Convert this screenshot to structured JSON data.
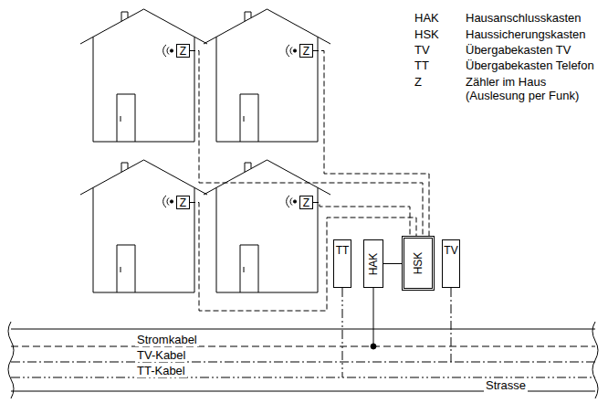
{
  "diagram": {
    "nodes": [
      {
        "text": [
          "Z"
        ]
      },
      {
        "text": [
          "Z"
        ]
      },
      {
        "text": [
          "Z"
        ]
      },
      {
        "text": [
          "Z"
        ]
      },
      {
        "text": [
          "TT"
        ]
      },
      {
        "text": [
          "HAK"
        ]
      },
      {
        "text": [
          "HSK"
        ]
      },
      {
        "text": [
          "TV"
        ]
      }
    ],
    "edges": [
      {
        "from": 0,
        "to": 6,
        "arrow": "none"
      },
      {
        "from": 1,
        "to": 6,
        "arrow": "none"
      },
      {
        "from": 2,
        "to": 6,
        "arrow": "none"
      },
      {
        "from": 3,
        "to": 6,
        "arrow": "none"
      },
      {
        "from": 5,
        "to": 6,
        "arrow": "none"
      }
    ],
    "labels": [
      "HAK",
      "Hausanschlusskasten",
      "HSK",
      "Haussicherungskasten",
      "TV",
      "Übergabekasten TV",
      "TT",
      "Übergabekasten Telefon",
      "Z",
      "Zähler im Haus (Auslesung per Funk)",
      "Stromkabel",
      "TV-Kabel",
      "TT-Kabel",
      "Strasse"
    ]
  }
}
